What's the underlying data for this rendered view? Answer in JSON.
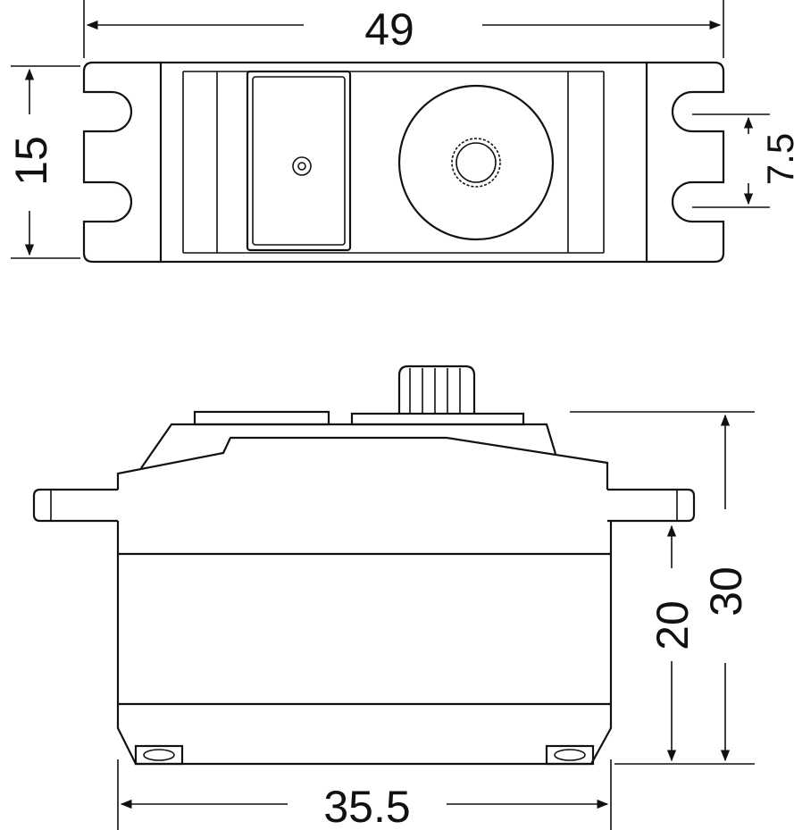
{
  "dimensions": {
    "total_width": "49",
    "body_depth": "15",
    "hole_spacing": "7.5",
    "flange_height": "20",
    "total_height": "30",
    "body_length": "35.5"
  }
}
